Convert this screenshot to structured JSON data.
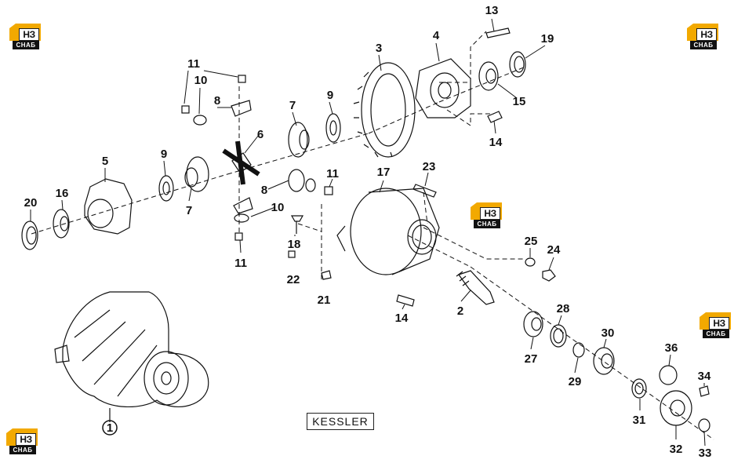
{
  "logo": {
    "mono": "НЗ",
    "sub": "СНАБ",
    "color": "#f2a900"
  },
  "brand": "KESSLER",
  "callouts": [
    "13",
    "4",
    "19",
    "3",
    "15",
    "14",
    "11",
    "10",
    "8",
    "7",
    "9",
    "6",
    "5",
    "9",
    "16",
    "20",
    "7",
    "8",
    "10",
    "11",
    "17",
    "23",
    "11",
    "18",
    "22",
    "21",
    "25",
    "24",
    "14",
    "2",
    "28",
    "27",
    "30",
    "29",
    "36",
    "34",
    "31",
    "32",
    "33",
    "1"
  ]
}
